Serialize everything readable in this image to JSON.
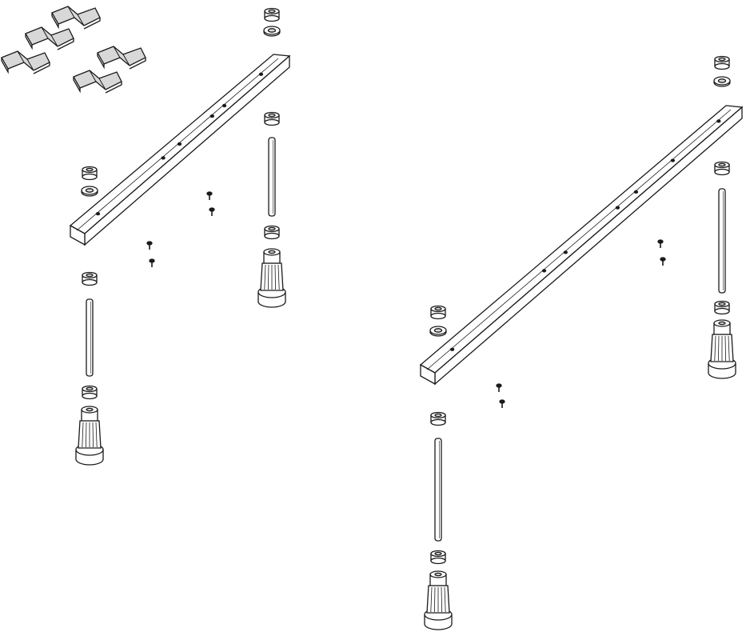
{
  "diagram": {
    "kind": "exploded-view",
    "assemblies": [
      "left-leg-set",
      "right-leg-set"
    ],
    "colors": {
      "line": "#1a1a1a",
      "fill": "#ffffff",
      "shade": "#d8d8d8"
    }
  }
}
